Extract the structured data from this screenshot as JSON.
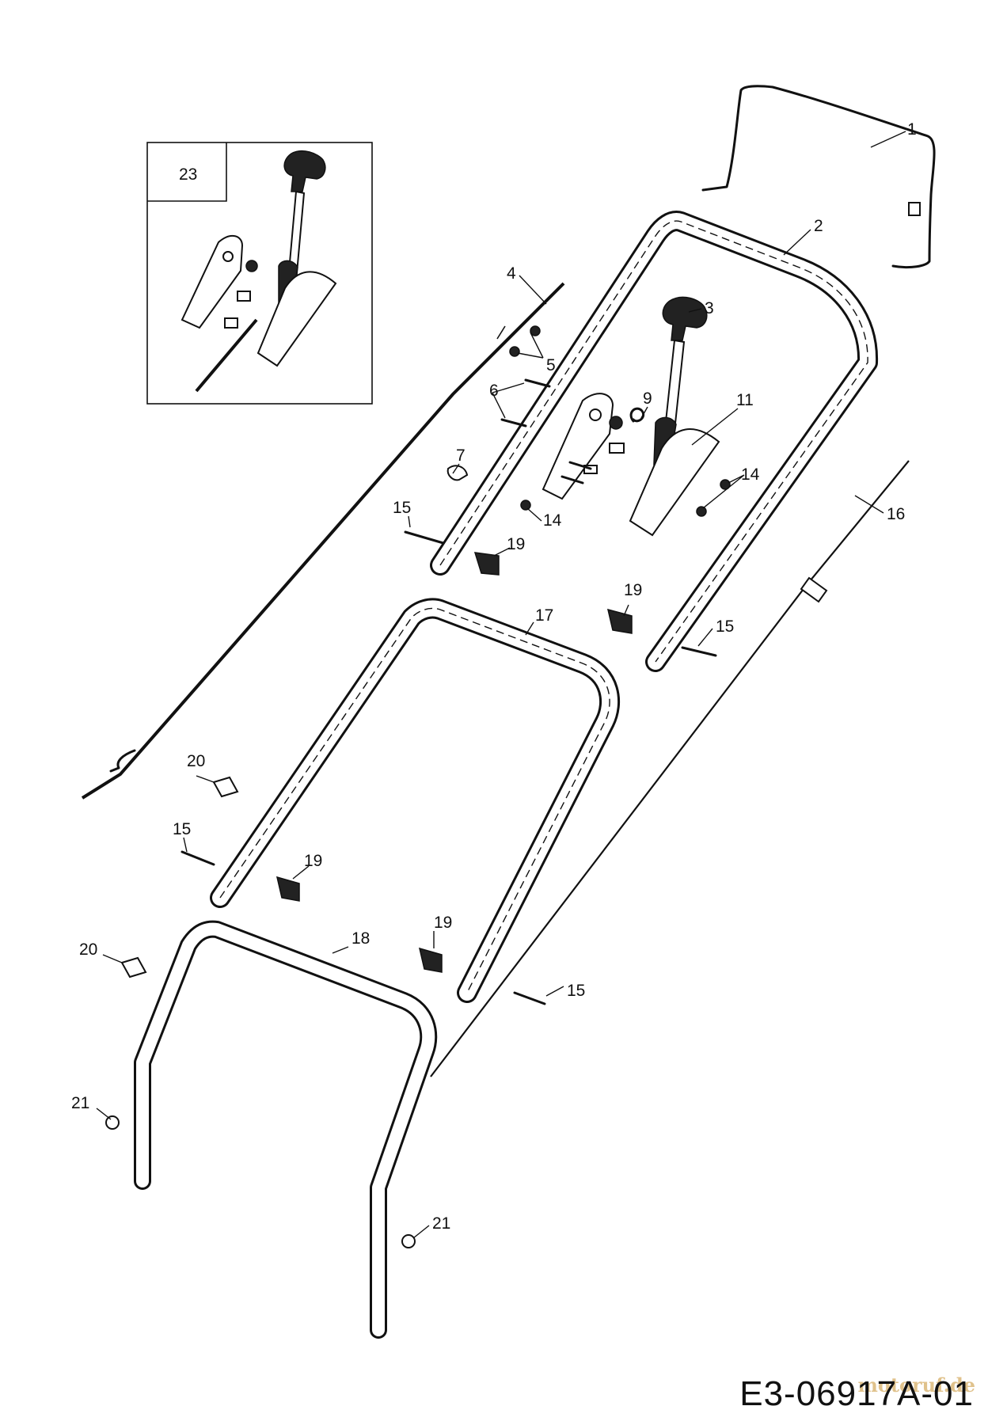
{
  "diagram": {
    "document_code": "E3-06917A-01",
    "watermark": {
      "text_main": "motoruf",
      "text_suffix": ".de"
    },
    "inset_box": {
      "label": "23"
    },
    "callouts": [
      {
        "id": "c1",
        "label": "1"
      },
      {
        "id": "c2",
        "label": "2"
      },
      {
        "id": "c3",
        "label": "3"
      },
      {
        "id": "c4",
        "label": "4"
      },
      {
        "id": "c5",
        "label": "5"
      },
      {
        "id": "c6",
        "label": "6"
      },
      {
        "id": "c7",
        "label": "7"
      },
      {
        "id": "c9",
        "label": "9"
      },
      {
        "id": "c11",
        "label": "11"
      },
      {
        "id": "c14a",
        "label": "14"
      },
      {
        "id": "c14b",
        "label": "14"
      },
      {
        "id": "c15a",
        "label": "15"
      },
      {
        "id": "c15b",
        "label": "15"
      },
      {
        "id": "c15c",
        "label": "15"
      },
      {
        "id": "c15d",
        "label": "15"
      },
      {
        "id": "c16",
        "label": "16"
      },
      {
        "id": "c17",
        "label": "17"
      },
      {
        "id": "c18",
        "label": "18"
      },
      {
        "id": "c19a",
        "label": "19"
      },
      {
        "id": "c19b",
        "label": "19"
      },
      {
        "id": "c19c",
        "label": "19"
      },
      {
        "id": "c19d",
        "label": "19"
      },
      {
        "id": "c20a",
        "label": "20"
      },
      {
        "id": "c20b",
        "label": "20"
      },
      {
        "id": "c21a",
        "label": "21"
      },
      {
        "id": "c21b",
        "label": "21"
      }
    ]
  }
}
